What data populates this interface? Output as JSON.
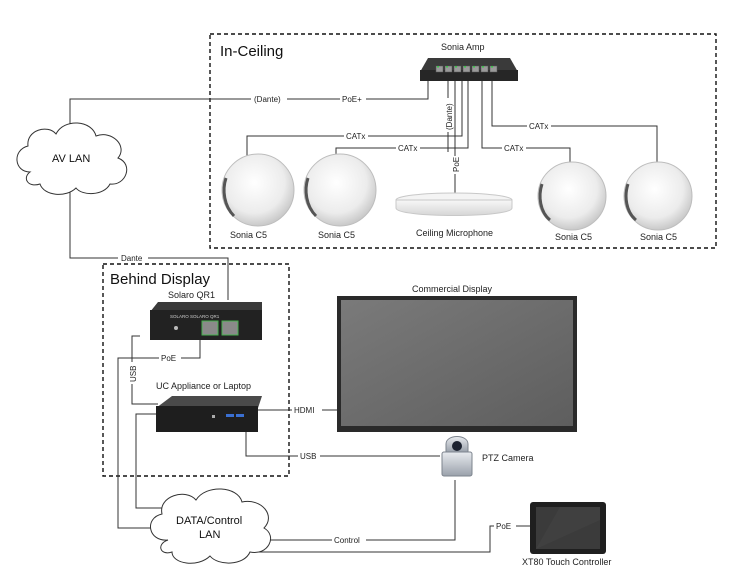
{
  "groups": {
    "in_ceiling": "In-Ceiling",
    "behind_display": "Behind Display"
  },
  "clouds": {
    "av_lan": "AV LAN",
    "data_lan_line1": "DATA/Control",
    "data_lan_line2": "LAN"
  },
  "devices": {
    "amp": "Sonia Amp",
    "speaker1": "Sonia C5",
    "speaker2": "Sonia C5",
    "speaker3": "Sonia C5",
    "speaker4": "Sonia C5",
    "mic": "Ceiling Microphone",
    "qr1": "Solaro QR1",
    "qr1_plate": "SOLARO  SOLARO QR1",
    "uc": "UC Appliance or Laptop",
    "display": "Commercial Display",
    "camera": "PTZ Camera",
    "controller": "XT80 Touch Controller"
  },
  "connections": {
    "dante_top": "(Dante)",
    "poe_plus": "PoE+",
    "dante_vertical": "(Dante)",
    "catx_1": "CATx",
    "catx_2": "CATx",
    "catx_3": "CATx",
    "catx_4": "CATx",
    "poe_mic": "PoE",
    "dante_left": "Dante",
    "poe_qr1": "PoE",
    "usb_vertical": "USB",
    "hdmi": "HDMI",
    "usb_camera": "USB",
    "control": "Control",
    "poe_controller": "PoE"
  }
}
